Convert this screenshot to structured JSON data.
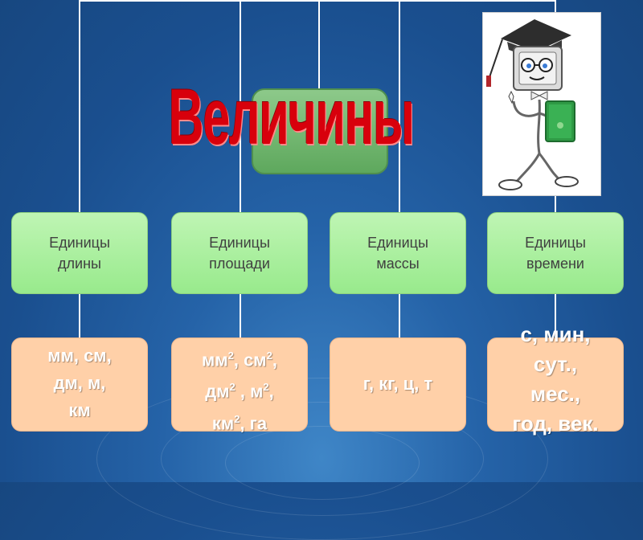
{
  "title": "Величины",
  "categories": [
    {
      "label": "Единицы\nдлины",
      "values_lines": [
        "мм, см,",
        "дм, м,",
        "км"
      ]
    },
    {
      "label": "Единицы\nплощади",
      "values_html_lines": [
        "мм<sup>2</sup>,  см<sup>2</sup>,",
        "дм<sup>2</sup> , м<sup>2</sup>,",
        "км<sup>2</sup>, га"
      ]
    },
    {
      "label": "Единицы\nмассы",
      "values_lines": [
        "г, кг, ц, т"
      ]
    },
    {
      "label": "Единицы\nвремени",
      "values_lines": [
        "с, мин,",
        "сут.,",
        "мес.,",
        "год, век."
      ]
    }
  ],
  "colors": {
    "background": "#2563a8",
    "title": "#d8000c",
    "unit_box": "#aef0a2",
    "value_box": "#ffd0a8",
    "value_text": "#ffffff",
    "connector": "#ffffff"
  },
  "illustration": "cartoon-computer-mascot-with-graduation-cap-and-book"
}
